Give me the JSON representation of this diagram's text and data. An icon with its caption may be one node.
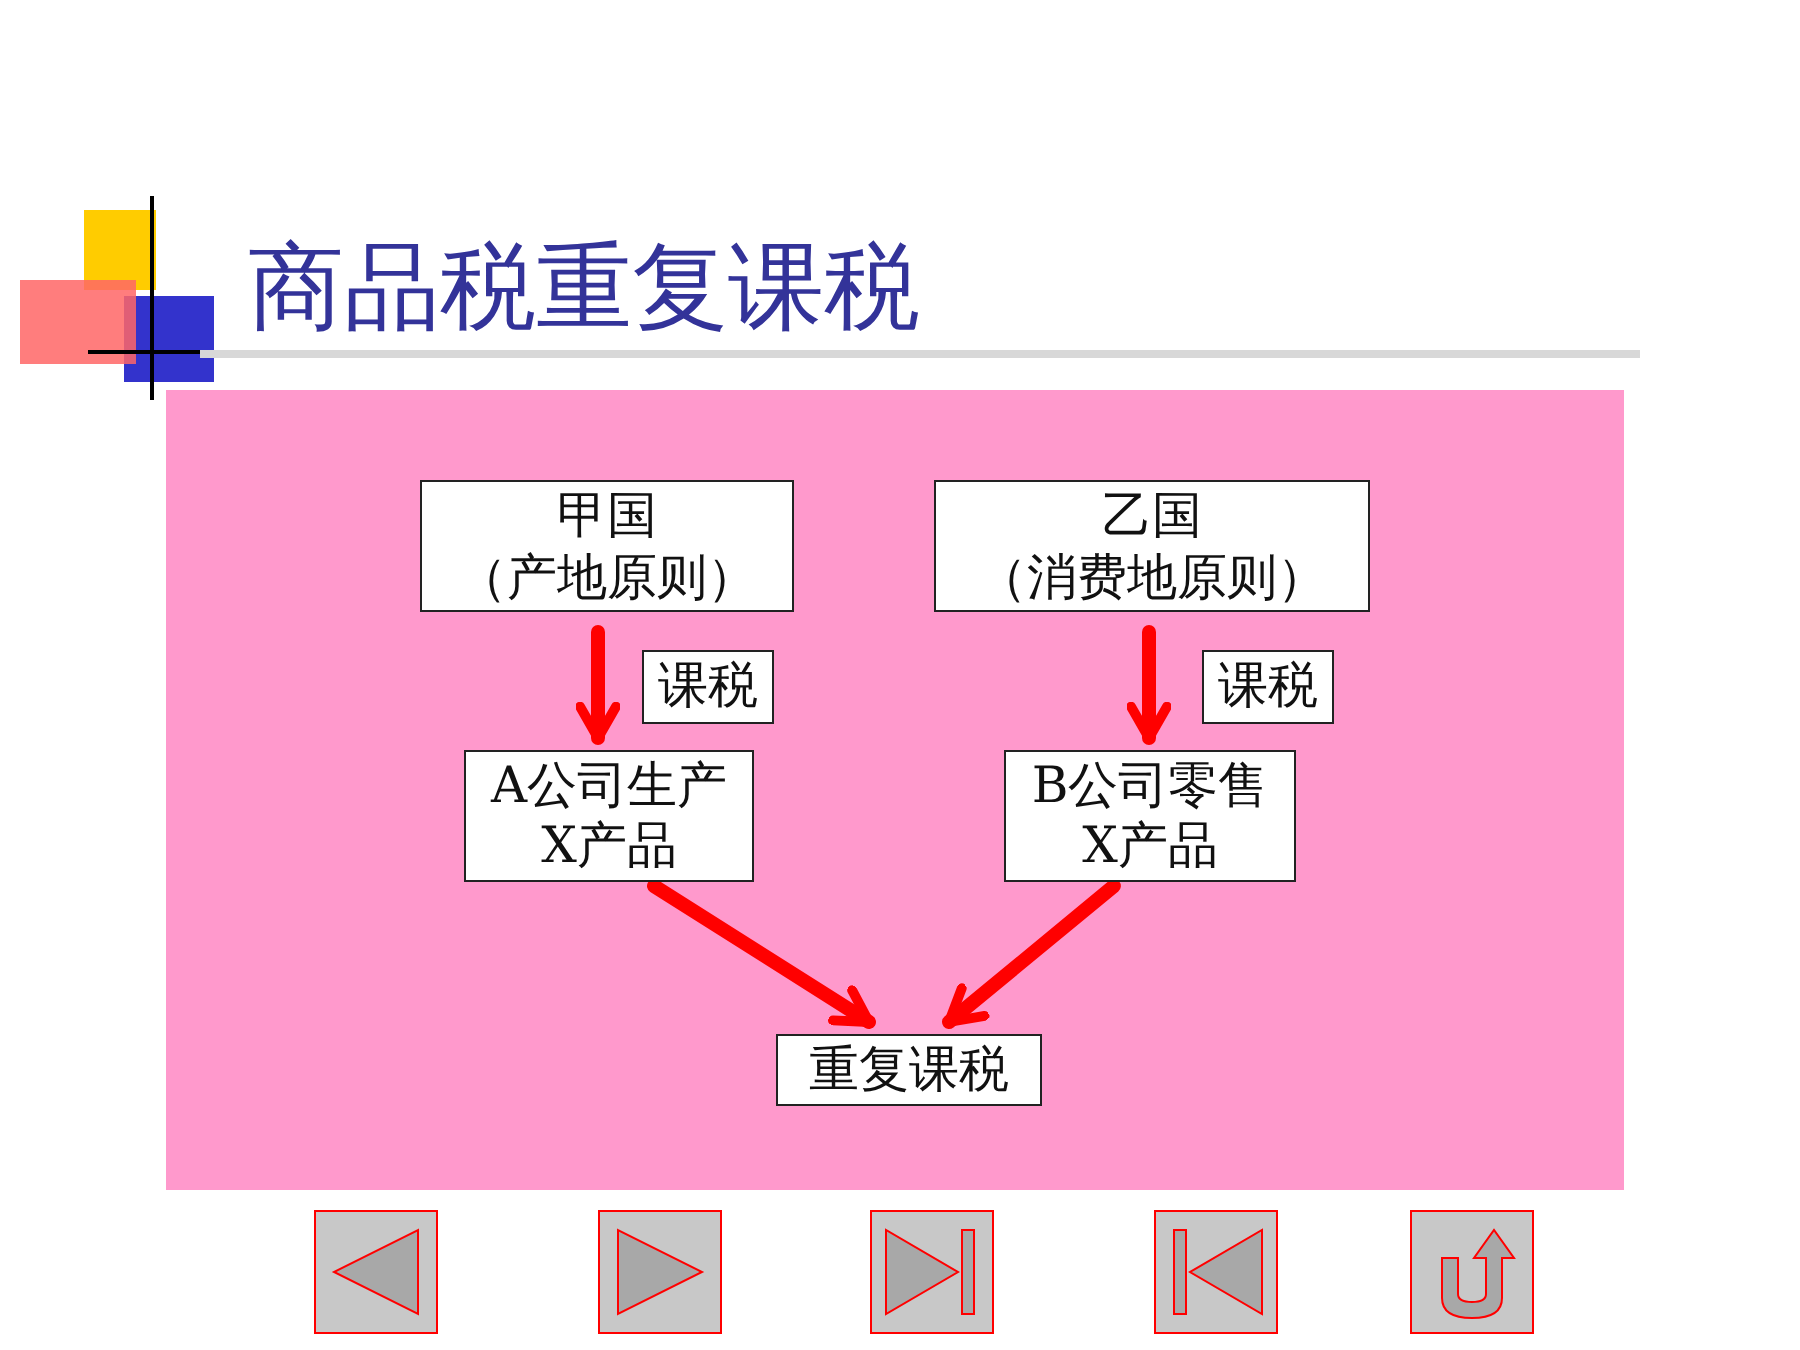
{
  "diagram": {
    "title": "商品税重复课税",
    "nodes": [
      {
        "text": [
          "甲国",
          "（产地原则）"
        ]
      },
      {
        "text": [
          "乙国",
          "（消费地原则）"
        ]
      },
      {
        "text": [
          "A公司生产X产品"
        ]
      },
      {
        "text": [
          "B公司零售X产品"
        ]
      },
      {
        "text": [
          "重复课税"
        ]
      }
    ],
    "edges": [
      {
        "from": 0,
        "to": 2,
        "arrow": "to",
        "label": "课税"
      },
      {
        "from": 1,
        "to": 3,
        "arrow": "to",
        "label": "课税"
      },
      {
        "from": 2,
        "to": 4,
        "arrow": "to"
      },
      {
        "from": 3,
        "to": 4,
        "arrow": "to"
      }
    ]
  }
}
